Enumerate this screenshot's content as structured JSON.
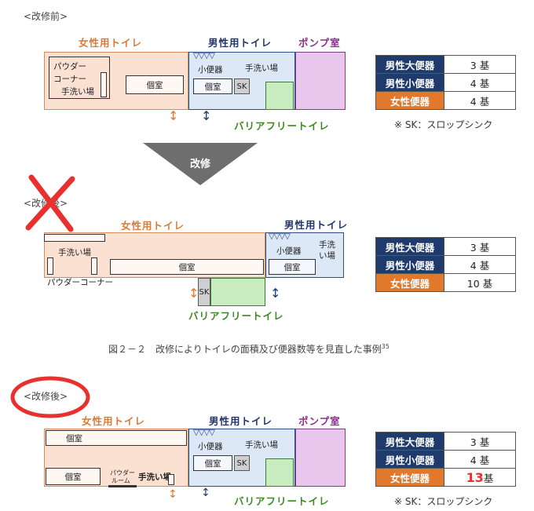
{
  "before": {
    "heading": "<改修前>",
    "female_label": "女性用トイレ",
    "male_label": "男性用トイレ",
    "pump_label": "ポンプ室",
    "barrier_label": "バリアフリートイレ",
    "rooms": {
      "powder1": "パウダー",
      "powder2": "コーナー",
      "wash": "手洗い場",
      "stall": "個室",
      "urinal": "小便器",
      "wash_m": "手洗い場",
      "stall_m": "個室",
      "sk": "SK"
    },
    "table": [
      {
        "label": "男性大便器",
        "value": "3 基"
      },
      {
        "label": "男性小便器",
        "value": "4 基"
      },
      {
        "label": "女性便器",
        "value": "4 基"
      }
    ],
    "note": "※ SK：スロップシンク"
  },
  "arrow_label": "改修",
  "after1": {
    "heading": "<改修後>",
    "female_label": "女性用トイレ",
    "male_label": "男性用トイレ",
    "barrier_label": "バリアフリートイレ",
    "rooms": {
      "wash": "手洗い場",
      "stall": "個室",
      "powder": "パウダーコーナー",
      "urinal": "小便器",
      "wash_m1": "手洗",
      "wash_m2": "い場",
      "stall_m": "個室",
      "sk": "SK"
    },
    "table": [
      {
        "label": "男性大便器",
        "value": "3 基"
      },
      {
        "label": "男性小便器",
        "value": "4 基"
      },
      {
        "label": "女性便器",
        "value": "10 基"
      }
    ]
  },
  "caption": "図２－２　改修によりトイレの面積及び便器数等を見直した事例",
  "caption_sup": "35",
  "after2": {
    "heading": "<改修後>",
    "female_label": "女性用トイレ",
    "male_label": "男性用トイレ",
    "pump_label": "ポンプ室",
    "barrier_label": "バリアフリートイレ",
    "rooms": {
      "stall_top": "個室",
      "stall_bottom": "個室",
      "powder1": "パウダー",
      "powder2": "ルーム",
      "wash": "手洗い場",
      "urinal": "小便器",
      "wash_m": "手洗い場",
      "stall_m": "個室",
      "sk": "SK"
    },
    "table": [
      {
        "label": "男性大便器",
        "value": "3 基"
      },
      {
        "label": "男性小便器",
        "value": "4 基"
      },
      {
        "label": "女性便器",
        "value": "基",
        "highlight": "13"
      }
    ],
    "note": "※ SK：スロップシンク"
  },
  "colors": {
    "navy": "#1f3b6e",
    "orange": "#e1782b",
    "female_bg": "#fbe1d2",
    "male_bg": "#dde8f7",
    "pump_bg": "#e9c7ec",
    "barrier_bg": "#c8ecc0",
    "red_mark": "#e8312f"
  },
  "icons": [
    "cross-mark",
    "circle-mark",
    "down-arrow"
  ]
}
